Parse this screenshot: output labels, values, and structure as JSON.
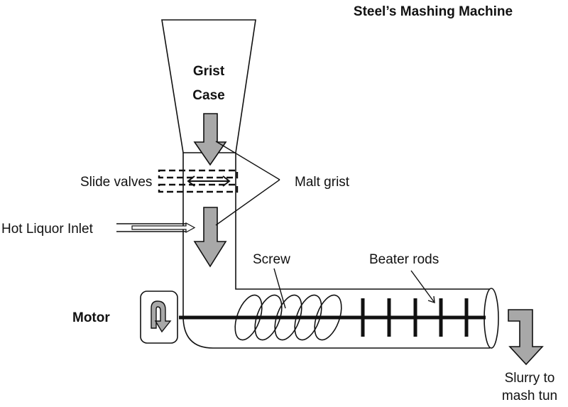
{
  "title": "Steel’s Mashing Machine",
  "labels": {
    "grist_case_line1": "Grist",
    "grist_case_line2": "Case",
    "slide_valves": "Slide valves",
    "malt_grist": "Malt grist",
    "hot_liquor_inlet": "Hot Liquor Inlet",
    "screw": "Screw",
    "beater_rods": "Beater rods",
    "motor": "Motor",
    "slurry_line1": "Slurry to",
    "slurry_line2": "mash tun"
  },
  "colors": {
    "stroke": "#111111",
    "arrow_fill": "#a8a8a8",
    "background": "#ffffff"
  }
}
